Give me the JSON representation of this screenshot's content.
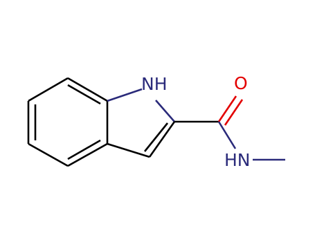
{
  "atoms": {
    "indole_nh": "NH",
    "carbonyl_o": "O",
    "amide_nh": "HN"
  },
  "colors": {
    "bond": "#000000",
    "nitrogen": "#2a2a7a",
    "oxygen": "#e30000",
    "background": "#ffffff"
  }
}
